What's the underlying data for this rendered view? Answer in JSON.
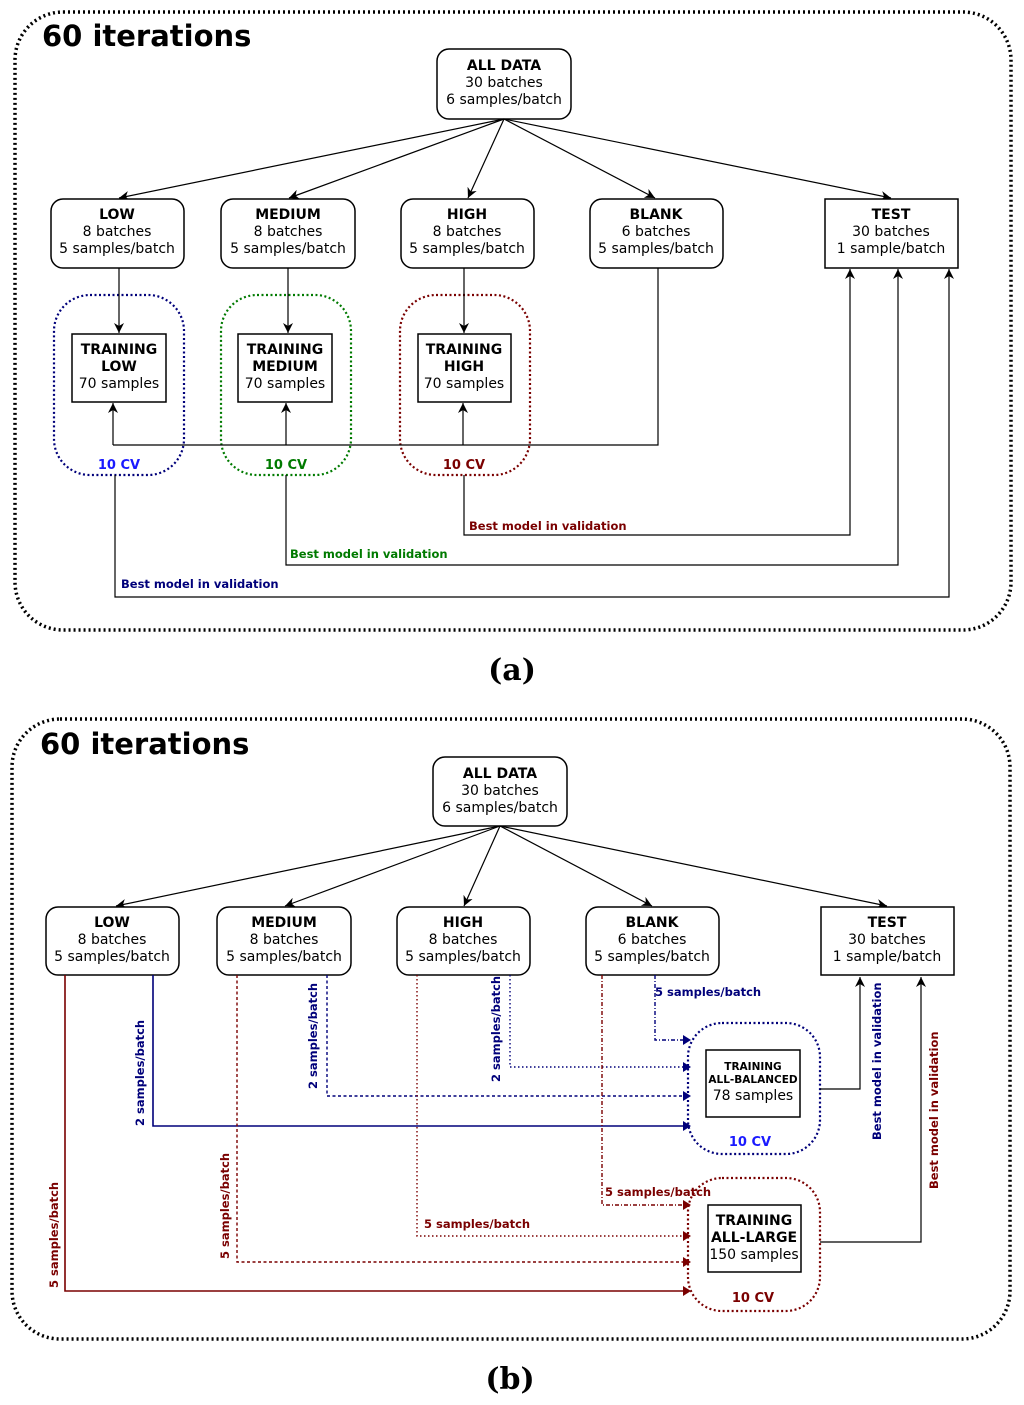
{
  "panel_a": {
    "title": "60 iterations",
    "caption": "(a)",
    "all_data": {
      "title": "ALL DATA",
      "line1": "30 batches",
      "line2": "6 samples/batch"
    },
    "low": {
      "title": "LOW",
      "line1": "8 batches",
      "line2": "5 samples/batch"
    },
    "medium": {
      "title": "MEDIUM",
      "line1": "8 batches",
      "line2": "5 samples/batch"
    },
    "high": {
      "title": "HIGH",
      "line1": "8 batches",
      "line2": "5 samples/batch"
    },
    "blank": {
      "title": "BLANK",
      "line1": "6 batches",
      "line2": "5 samples/batch"
    },
    "test": {
      "title": "TEST",
      "line1": "30 batches",
      "line2": "1 sample/batch"
    },
    "training_low": {
      "line1": "TRAINING",
      "line2": "LOW",
      "line3": "70 samples",
      "cv": "10 CV"
    },
    "training_medium": {
      "line1": "TRAINING",
      "line2": "MEDIUM",
      "line3": "70 samples",
      "cv": "10 CV"
    },
    "training_high": {
      "line1": "TRAINING",
      "line2": "HIGH",
      "line3": "70 samples",
      "cv": "10 CV"
    },
    "best_high": "Best model in validation",
    "best_medium": "Best model in validation",
    "best_low": "Best model in validation"
  },
  "panel_b": {
    "title": "60 iterations",
    "caption": "(b)",
    "all_data": {
      "title": "ALL DATA",
      "line1": "30 batches",
      "line2": "6 samples/batch"
    },
    "low": {
      "title": "LOW",
      "line1": "8 batches",
      "line2": "5 samples/batch"
    },
    "medium": {
      "title": "MEDIUM",
      "line1": "8 batches",
      "line2": "5 samples/batch"
    },
    "high": {
      "title": "HIGH",
      "line1": "8 batches",
      "line2": "5 samples/batch"
    },
    "blank": {
      "title": "BLANK",
      "line1": "6 batches",
      "line2": "5 samples/batch"
    },
    "test": {
      "title": "TEST",
      "line1": "30 batches",
      "line2": "1 sample/batch"
    },
    "training_balanced": {
      "line1": "TRAINING",
      "line2": "ALL-BALANCED",
      "line3": "78 samples",
      "cv": "10 CV"
    },
    "training_large": {
      "line1": "TRAINING",
      "line2": "ALL-LARGE",
      "line3": "150 samples",
      "cv": "10 CV"
    },
    "blank_to_balanced": "5 samples/batch",
    "high_to_balanced": "2 samples/batch",
    "medium_to_balanced": "2 samples/batch",
    "low_to_balanced": "2 samples/batch",
    "blank_to_large": "5 samples/batch",
    "high_to_large": "5 samples/batch",
    "medium_to_large": "5 samples/batch",
    "low_to_large": "5 samples/batch",
    "best_balanced": "Best model in validation",
    "best_large": "Best model in validation"
  },
  "colors": {
    "navy": "#00007a",
    "blue": "#1a1aff",
    "green": "#007a00",
    "darkred": "#7a0000"
  }
}
